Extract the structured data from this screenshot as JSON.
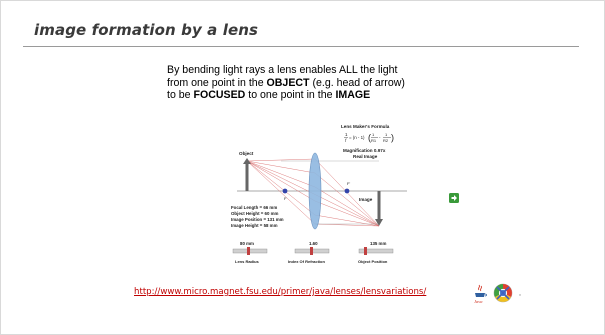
{
  "slide": {
    "title": "image formation by a lens",
    "text_line1": "By bending light rays a lens enables ALL the light",
    "text_line2_pre": "from one point in the ",
    "text_line2_bold": "OBJECT",
    "text_line2_post": " (e.g. head of arrow)",
    "text_line3_pre": "to be ",
    "text_line3_bold1": "FOCUSED",
    "text_line3_mid": " to one point in the ",
    "text_line3_bold2": "IMAGE",
    "link": "http://www.micro.magnet.fsu.edu/primer/java/lenses/lensvariations/"
  },
  "applet": {
    "formula_title": "Lens Maker's Formula",
    "formula_lhs_num": "1",
    "formula_lhs_den": "f",
    "formula_mid": "= (n - 1)",
    "formula_r1": "R1",
    "formula_r2": "R2",
    "magnification": "Magnification 0.97x",
    "image_type": "Real Image",
    "object_label": "Object",
    "image_label": "Image",
    "focal_f": "F",
    "focal_f_prime": "F'",
    "focal_length": "Focal Length = 66 mm",
    "object_height": "Object Height = 60 mm",
    "image_position": "Image Position = 131 mm",
    "image_height": "Image Height = 58 mm",
    "slider_radius_value": "80 mm",
    "slider_refraction_value": "1.60",
    "slider_position_value": "135 mm",
    "slider_radius_label": "Lens Radius",
    "slider_refraction_label": "Index Of Refraction",
    "slider_position_label": "Object Position"
  },
  "icons": {
    "java": "java-icon",
    "chrome": "browser-icon",
    "arrow": "next-arrow-icon"
  },
  "java_text": "Java",
  "colors": {
    "title": "#3a3a3a",
    "rule": "#9a9a9a",
    "link": "#c00000",
    "ray": "#d97070",
    "lens": "#8fb8e0",
    "focal_point": "#3344aa",
    "arrow_green": "#3a9a3a"
  }
}
